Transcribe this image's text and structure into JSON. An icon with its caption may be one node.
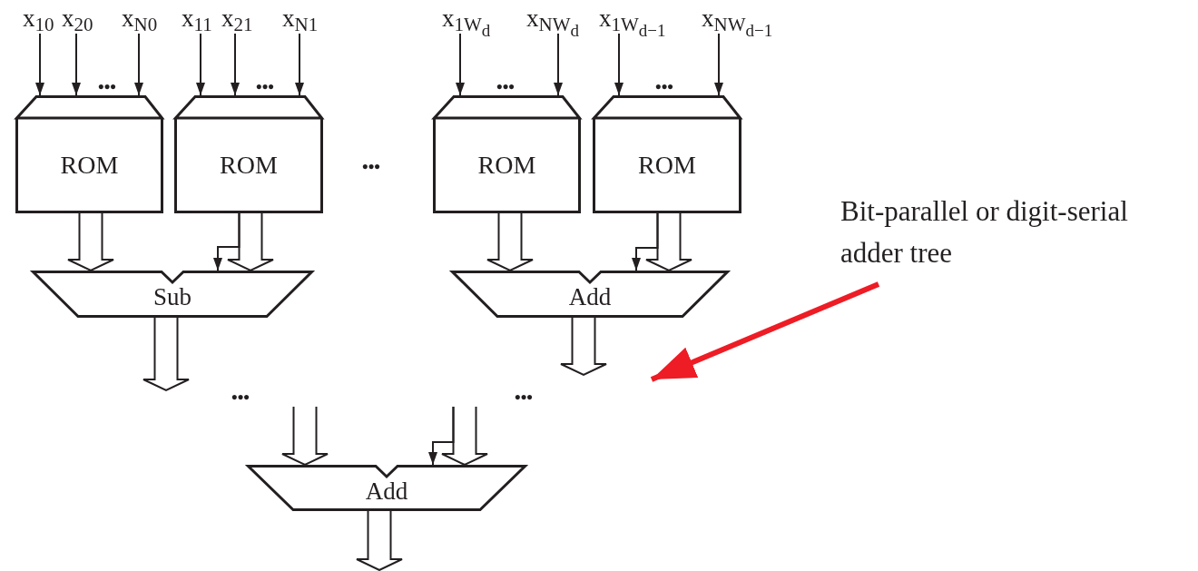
{
  "diagram": {
    "nodes": [
      {
        "text": [
          "x$_{10}$"
        ]
      },
      {
        "text": [
          "x$_{20}$"
        ]
      },
      {
        "text": [
          "x$_{N0}$"
        ]
      },
      {
        "text": [
          "x$_{11}$"
        ]
      },
      {
        "text": [
          "x$_{21}$"
        ]
      },
      {
        "text": [
          "x$_{N1}$"
        ]
      },
      {
        "text": [
          "x$_{1W}$$_{d}$"
        ]
      },
      {
        "text": [
          "x$_{NW}$$_{d}$"
        ]
      },
      {
        "text": [
          "x$_{1W}$$_{d−1}$"
        ]
      },
      {
        "text": [
          "x$_{NW}$$_{d−1}$"
        ]
      },
      {
        "text": [
          "ROM"
        ]
      },
      {
        "text": [
          "ROM"
        ]
      },
      {
        "text": [
          "ROM"
        ]
      },
      {
        "text": [
          "ROM"
        ]
      },
      {
        "text": [
          "Sub"
        ]
      },
      {
        "text": [
          "Add"
        ]
      },
      {
        "text": [
          "Add"
        ]
      },
      {
        "text": [
          "Bit-parallel or digit-serial adder tree"
        ]
      }
    ],
    "edges": [
      {
        "from": 0,
        "to": 10,
        "arrow": "to"
      },
      {
        "from": 1,
        "to": 10,
        "arrow": "to"
      },
      {
        "from": 2,
        "to": 10,
        "arrow": "to"
      },
      {
        "from": 3,
        "to": 11,
        "arrow": "to"
      },
      {
        "from": 4,
        "to": 11,
        "arrow": "to"
      },
      {
        "from": 5,
        "to": 11,
        "arrow": "to"
      },
      {
        "from": 6,
        "to": 12,
        "arrow": "to"
      },
      {
        "from": 7,
        "to": 12,
        "arrow": "to"
      },
      {
        "from": 8,
        "to": 13,
        "arrow": "to"
      },
      {
        "from": 9,
        "to": 13,
        "arrow": "to"
      },
      {
        "from": 10,
        "to": 14,
        "arrow": "to",
        "style": "thick"
      },
      {
        "from": 11,
        "to": 14,
        "arrow": "to",
        "style": "thick"
      },
      {
        "from": 11,
        "to": 14,
        "arrow": "to"
      },
      {
        "from": 12,
        "to": 15,
        "arrow": "to",
        "style": "thick"
      },
      {
        "from": 13,
        "to": 15,
        "arrow": "to",
        "style": "thick"
      },
      {
        "from": 13,
        "to": 15,
        "arrow": "to"
      },
      {
        "from": 14,
        "to": null,
        "arrow": "to",
        "style": "thick"
      },
      {
        "from": 15,
        "to": null,
        "arrow": "to",
        "style": "thick"
      },
      {
        "from": null,
        "to": 16,
        "arrow": "to",
        "style": "thick"
      },
      {
        "from": null,
        "to": 16,
        "arrow": "to",
        "style": "thick"
      },
      {
        "from": null,
        "to": 16,
        "arrow": "to"
      },
      {
        "from": 16,
        "to": null,
        "arrow": "to",
        "style": "thick"
      },
      {
        "from": 17,
        "to": null,
        "arrow": "to",
        "style": "thick",
        "color": "#ee1c25"
      }
    ],
    "labels": [
      "•••",
      "•••",
      "•••",
      "•••",
      "•••",
      "•••",
      "•••"
    ]
  }
}
